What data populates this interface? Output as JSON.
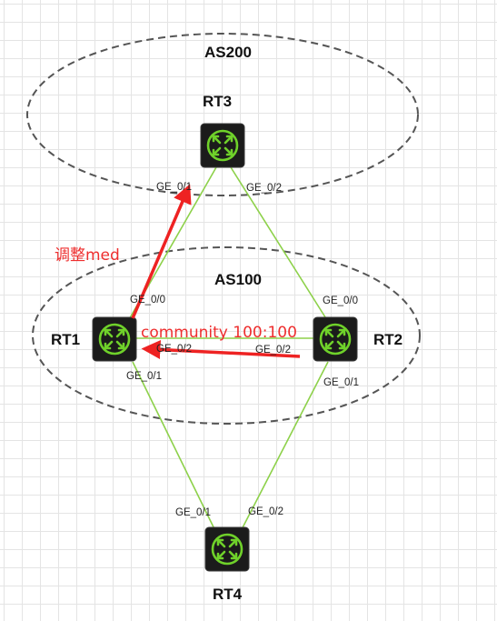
{
  "as_areas": {
    "as200": "AS200",
    "as100": "AS100"
  },
  "routers": {
    "rt1": {
      "name": "RT1",
      "icon": "router-icon"
    },
    "rt2": {
      "name": "RT2",
      "icon": "router-icon"
    },
    "rt3": {
      "name": "RT3",
      "icon": "router-icon"
    },
    "rt4": {
      "name": "RT4",
      "icon": "router-icon"
    }
  },
  "ports": {
    "rt3_ge01": "GE_0/1",
    "rt3_ge02": "GE_0/2",
    "rt1_ge00": "GE_0/0",
    "rt1_ge02": "GE_0/2",
    "rt1_ge01": "GE_0/1",
    "rt2_ge00": "GE_0/0",
    "rt2_ge02": "GE_0/2",
    "rt2_ge01": "GE_0/1",
    "rt4_ge01": "GE_0/1",
    "rt4_ge02": "GE_0/2"
  },
  "annotations": {
    "adjust_med": "调整med",
    "community": "community 100:100"
  },
  "colors": {
    "link": "#8dd14a",
    "annotation": "#ee2e2e",
    "router_body": "#1a1a1a",
    "router_ring": "#6fd12a"
  }
}
